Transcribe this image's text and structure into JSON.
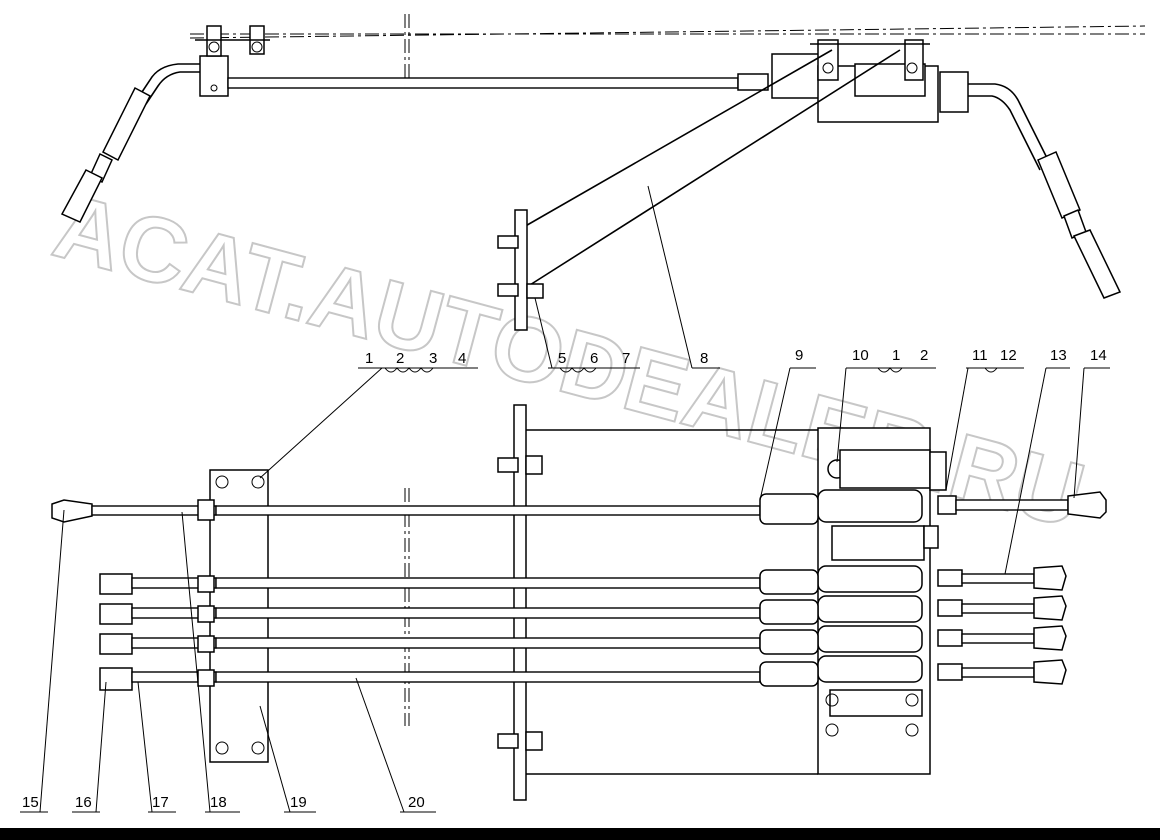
{
  "watermark": "ACAT.AUTODEALER.RU",
  "callouts": {
    "c1a": "1",
    "c2a": "2",
    "c3a": "3",
    "c4a": "4",
    "c5": "5",
    "c6": "6",
    "c7": "7",
    "c8": "8",
    "c9": "9",
    "c10": "10",
    "c1b": "1",
    "c2b": "2",
    "c11": "11",
    "c12": "12",
    "c13": "13",
    "c14": "14",
    "c15": "15",
    "c16": "16",
    "c17": "17",
    "c18": "18",
    "c19": "19",
    "c20": "20"
  }
}
